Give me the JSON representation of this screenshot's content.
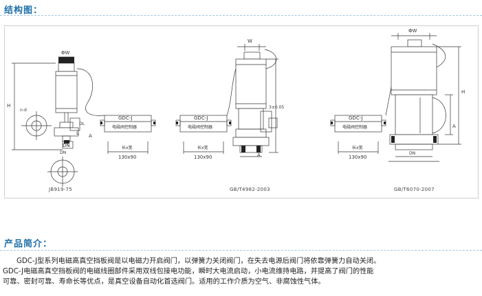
{
  "structure_section": {
    "title": "结构图："
  },
  "diagram": {
    "valve1": {
      "dia_label": "ΦW",
      "h_label": "H",
      "nd_label": "n-d",
      "dn_label": "DN",
      "dn_sub": "DN",
      "l_label": "L",
      "dl_label": "DL",
      "a_label": "A",
      "standard": "JB919-75"
    },
    "controller1": {
      "model": "GDC-J",
      "name": "电磁阀控制器",
      "size_label": "长x宽",
      "dims": "130x90"
    },
    "controller2": {
      "model": "GDC-J",
      "name": "电磁阀控制器",
      "size_label": "长x宽",
      "dims": "130x90"
    },
    "valve2": {
      "dia_label": "W",
      "tolerance": "3±0.05",
      "a_label": "A",
      "standard": "GB/T4982-2003"
    },
    "controller3": {
      "model": "GDC-J",
      "name": "电磁阀控制器",
      "size_label": "长x宽",
      "dims": "130x90"
    },
    "valve3": {
      "dia_label": "ΦW",
      "h_label": "H",
      "a_label": "A",
      "dn_label": "DN",
      "standard": "GB/T6070-2007"
    }
  },
  "product_section": {
    "title": "产品简介："
  },
  "intro": {
    "line1": "GDC-J型系列电磁高真空挡板阀是以电磁力开启阀门，以弹簧力关闭阀门，在失去电源后阀门将依靠弹簧力自动关闭。",
    "line2": "GDC-J电磁高真空挡板阀的电磁线圈部件采用双线包接电功能，瞬时大电流启动，小电流维持电路，并提高了阀门的性能",
    "line3": "可靠、密封可靠、寿命长等优点，是真空设备自动化首选阀门。适用的工作介质为空气、非腐蚀性气体。"
  }
}
